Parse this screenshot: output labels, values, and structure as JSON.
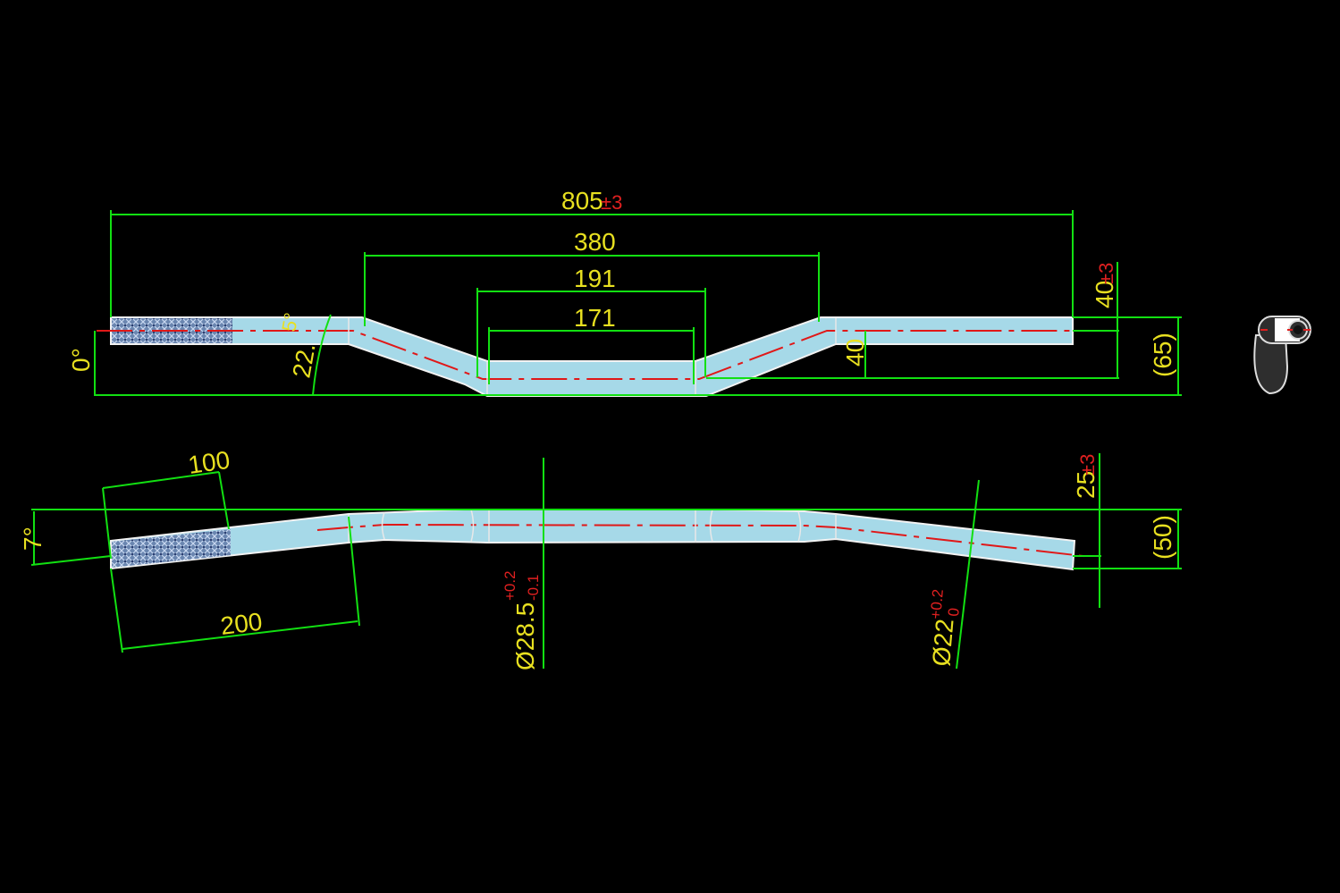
{
  "top_view": {
    "overall_width": "805",
    "overall_width_tol": "±3",
    "bend_span": "380",
    "center_outer": "191",
    "center_inner": "171",
    "rise": "40",
    "rise_total": "40",
    "rise_tol": "±3",
    "height_ref": "(65)",
    "bend_angle_main": "22.",
    "bend_angle_tail": "5°",
    "base_angle": "0°"
  },
  "bottom_view": {
    "grip_length": "100",
    "bend_offset": "200",
    "sweep_angle": "7°",
    "center_diameter": "Ø28.5",
    "center_tol_upper": "+0.2",
    "center_tol_lower": "-0.1",
    "end_diameter": "Ø22",
    "end_tol_upper": "+0.2",
    "end_tol_lower": "0",
    "sweep": "25",
    "sweep_tol": "±3",
    "depth_ref": "(50)"
  },
  "colors": {
    "background": "#000000",
    "dimension": "#12e012",
    "text": "#e8e020",
    "tolerance": "#e02020",
    "tube": "#a6d9e8"
  }
}
